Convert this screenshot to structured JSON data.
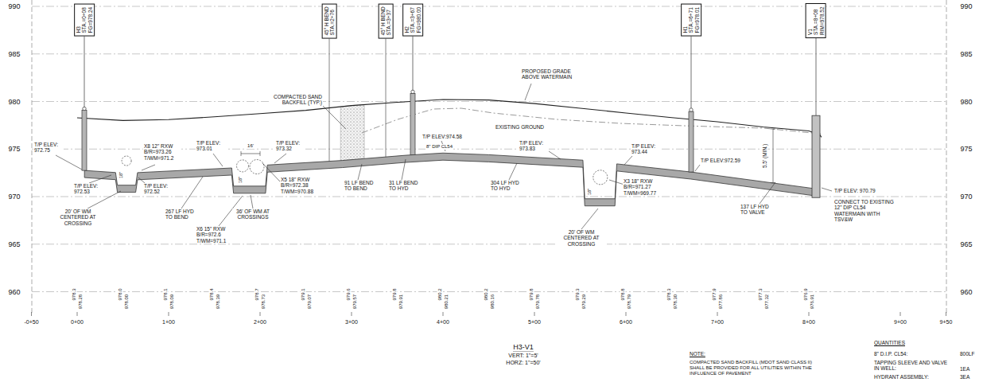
{
  "diagram": {
    "title": "H3-V1",
    "nodes": [
      {
        "text": [
          "H3",
          "STA.=0+08",
          "FG=978.24"
        ]
      },
      {
        "text": [
          "45° H BEND",
          "STA.=2+76"
        ]
      },
      {
        "text": [
          "45° H BEND",
          "STA.=3+37"
        ]
      },
      {
        "text": [
          "H2",
          "STA.=3+67",
          "FG=980.00"
        ]
      },
      {
        "text": [
          "H1",
          "STA.=6+71",
          "FG=978.01"
        ]
      },
      {
        "text": [
          "V1",
          "STA.=8+08",
          "RIM=978.52"
        ]
      }
    ],
    "labels": [
      "990",
      "985",
      "980",
      "975",
      "970",
      "965",
      "960",
      "990",
      "985",
      "980",
      "975",
      "970",
      "965",
      "960",
      "-0+50",
      "0+00",
      "1+00",
      "2+00",
      "3+00",
      "4+00",
      "5+00",
      "6+00",
      "7+00",
      "8+00",
      "9+00",
      "9+50",
      "978.3",
      "978.28",
      "978.0",
      "978.00",
      "978.1",
      "978.09",
      "978.4",
      "978.39",
      "978.7",
      "978.73",
      "979.1",
      "979.07",
      "979.6",
      "979.57",
      "979.8",
      "979.91",
      "980.2",
      "980.21",
      "980.2",
      "980.16",
      "979.8",
      "979.78",
      "979.3",
      "979.29",
      "978.8",
      "978.79",
      "978.3",
      "978.30",
      "977.9",
      "977.86",
      "977.3",
      "977.32",
      "976.9",
      "976.91",
      "COMPACTED SAND BACKFILL (TYP.)",
      "PROPOSED GRADE ABOVE WATERMAIN",
      "EXISTING GROUND",
      "8\" DIP CL54",
      "T/P ELEV: 972.75",
      "T/P ELEV: 972.53",
      "X8 12\" RXW B/R=973.26 T/WM=971.2",
      "T/P ELEV: 972.52",
      "20' OF WM CENTERED AT CROSSING",
      "18\"",
      "267 LF HYD TO BEND",
      "T/P ELEV: 973.01",
      "16'",
      "18\"",
      "T/P ELEV: 973.32",
      "X6 15\" RXW B/R=972.6 T/WM=971.1",
      "X5 18\" RXW B/R=972.38 T/WM=970.88",
      "36' OF WM AT CROSSINGS",
      "91 LF BEND TO BEND",
      "31 LF BEND TO HYD",
      "T/P ELEV:974.58",
      "304 LF HYD TO HYD",
      "T/P ELEV: 973.83",
      "18\"",
      "T/P ELEV: 973.44",
      "X3 18\" RXW B/R=971.27 T/WM=969.77",
      "20' OF WM CENTERED AT CROSSING",
      "5.5' (MIN.)",
      "T/P ELEV:972.59",
      "137 LF HYD TO VALVE",
      "T/P ELEV: 970.79",
      "CONNECT TO EXISTING 12\" DIP CL54 WATERMAIN WITH TSV&W",
      "VERT: 1\"=5'",
      "HORZ: 1\"=50'",
      "NOTE:",
      "COMPACTED SAND BACKFILL (MDOT SAND CLASS II) SHALL BE PROVIDED FOR ALL UTILITIES WITHIN THE INFLUENCE OF PAVEMENT",
      "QUANTITIES",
      "8\" D.I.P. CL54:",
      "800LF",
      "TAPPING SLEEVE AND VALVE IN WELL:",
      "1EA",
      "HYDRANT ASSEMBLY:",
      "3EA"
    ]
  }
}
